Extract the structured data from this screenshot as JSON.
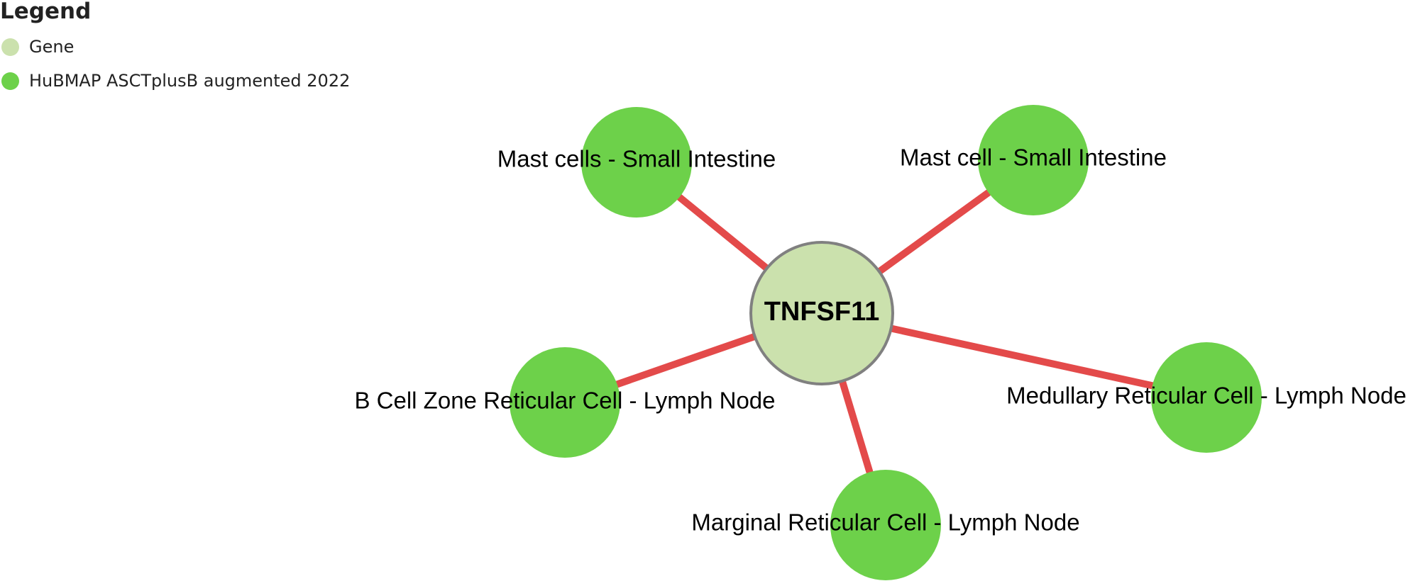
{
  "legend": {
    "title": "Legend",
    "items": [
      {
        "label": "Gene",
        "color": "#cbe1ad"
      },
      {
        "label": "HuBMAP ASCTplusB augmented 2022",
        "color": "#6dd14a"
      }
    ]
  },
  "colors": {
    "gene_fill": "#cbe1ad",
    "gene_stroke": "#808080",
    "term_fill": "#6dd14a",
    "edge": "#e34a4a"
  },
  "network": {
    "center": {
      "label": "TNFSF11",
      "type": "Gene"
    },
    "nodes": [
      {
        "id": "n1",
        "label": "Mast cells - Small Intestine",
        "type": "HuBMAP ASCTplusB augmented 2022"
      },
      {
        "id": "n2",
        "label": "Mast cell - Small Intestine",
        "type": "HuBMAP ASCTplusB augmented 2022"
      },
      {
        "id": "n3",
        "label": "B Cell Zone Reticular Cell - Lymph Node",
        "type": "HuBMAP ASCTplusB augmented 2022"
      },
      {
        "id": "n4",
        "label": "Medullary Reticular Cell - Lymph Node",
        "type": "HuBMAP ASCTplusB augmented 2022"
      },
      {
        "id": "n5",
        "label": "Marginal Reticular Cell - Lymph Node",
        "type": "HuBMAP ASCTplusB augmented 2022"
      }
    ],
    "edges": [
      {
        "source": "TNFSF11",
        "target": "n1"
      },
      {
        "source": "TNFSF11",
        "target": "n2"
      },
      {
        "source": "TNFSF11",
        "target": "n3"
      },
      {
        "source": "TNFSF11",
        "target": "n4"
      },
      {
        "source": "TNFSF11",
        "target": "n5"
      }
    ]
  }
}
